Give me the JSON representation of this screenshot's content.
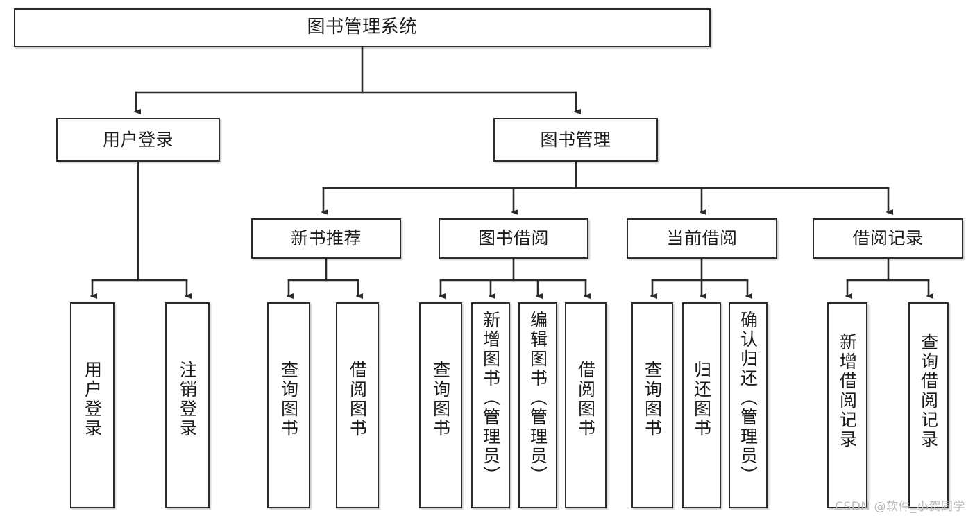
{
  "diagram": {
    "type": "tree-hierarchy",
    "title": "图书管理系统",
    "watermark": "CSDN @软件_小贺同学",
    "colors": {
      "box_border": "#2b2b2b",
      "box_fill": "#ffffff",
      "connector": "#2b2b2b",
      "text": "#1b1b1b",
      "watermark": "#b9b9b9",
      "background": "#ffffff"
    },
    "levels": {
      "root": {
        "label": "图书管理系统"
      },
      "level2": [
        {
          "id": "user-login",
          "label": "用户登录"
        },
        {
          "id": "book-manage",
          "label": "图书管理"
        }
      ],
      "level3": [
        {
          "id": "new-book-recommend",
          "label": "新书推荐"
        },
        {
          "id": "book-borrow",
          "label": "图书借阅"
        },
        {
          "id": "current-borrow",
          "label": "当前借阅"
        },
        {
          "id": "borrow-record",
          "label": "借阅记录"
        }
      ],
      "leaves": [
        {
          "id": "leaf-user-login",
          "label": "用户登录",
          "parent": "user-login"
        },
        {
          "id": "leaf-logout",
          "label": "注销登录",
          "parent": "user-login"
        },
        {
          "id": "leaf-query-book-1",
          "label": "查询图书",
          "parent": "new-book-recommend"
        },
        {
          "id": "leaf-borrow-book-1",
          "label": "借阅图书",
          "parent": "new-book-recommend"
        },
        {
          "id": "leaf-query-book-2",
          "label": "查询图书",
          "parent": "book-borrow"
        },
        {
          "id": "leaf-add-book",
          "label": "新增图书（管理员）",
          "parent": "book-borrow"
        },
        {
          "id": "leaf-edit-book",
          "label": "编辑图书（管理员）",
          "parent": "book-borrow"
        },
        {
          "id": "leaf-borrow-book-2",
          "label": "借阅图书",
          "parent": "book-borrow"
        },
        {
          "id": "leaf-query-book-3",
          "label": "查询图书",
          "parent": "current-borrow"
        },
        {
          "id": "leaf-return-book",
          "label": "归还图书",
          "parent": "current-borrow"
        },
        {
          "id": "leaf-confirm-return",
          "label": "确认归还（管理员）",
          "parent": "current-borrow"
        },
        {
          "id": "leaf-add-record",
          "label": "新增借阅记录",
          "parent": "borrow-record"
        },
        {
          "id": "leaf-query-record",
          "label": "查询借阅记录",
          "parent": "borrow-record"
        }
      ]
    }
  }
}
